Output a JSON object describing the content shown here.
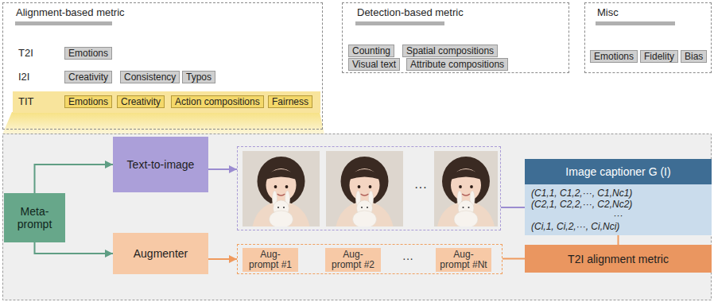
{
  "diagram": {
    "nodes": [
      {
        "text": [
          "Alignment-based metric",
          "T2I",
          "I2I"
        ]
      },
      {
        "text": [
          "Emotions"
        ],
        "in": 0
      },
      {
        "text": [
          "Creativity"
        ],
        "in": 0
      },
      {
        "text": [
          "Consistency"
        ],
        "in": 0
      },
      {
        "text": [
          "Typos"
        ],
        "in": 0
      },
      {
        "text": [
          "TIT"
        ],
        "in": 0
      },
      {
        "text": [
          "Emotions"
        ],
        "in": 5
      },
      {
        "text": [
          "Creativity"
        ],
        "in": 5
      },
      {
        "text": [
          "Action compositions"
        ],
        "in": 5
      },
      {
        "text": [
          "Fairness"
        ],
        "in": 5
      },
      {
        "text": [
          "Detection-based metric"
        ]
      },
      {
        "text": [
          "Counting"
        ],
        "in": 10
      },
      {
        "text": [
          "Spatial compositions"
        ],
        "in": 10
      },
      {
        "text": [
          "Visual text"
        ],
        "in": 10
      },
      {
        "text": [
          "Attribute compositions"
        ],
        "in": 10
      },
      {
        "text": [
          "Misc"
        ]
      },
      {
        "text": [
          "Emotions"
        ],
        "in": 15
      },
      {
        "text": [
          "Fidelity"
        ],
        "in": 15
      },
      {
        "text": [
          "Bias"
        ],
        "in": 15
      },
      {
        "text": [
          "Meta-prompt"
        ]
      },
      {
        "text": [
          "Text-to-image"
        ]
      },
      {
        "text": [
          "···"
        ]
      },
      {
        "text": [
          "Augmenter"
        ]
      },
      {
        "text": [
          "···"
        ]
      },
      {
        "text": [
          "Aug-prompt #1"
        ],
        "in": 23
      },
      {
        "text": [
          "Aug-prompt #2"
        ],
        "in": 23
      },
      {
        "text": [
          "Aug-prompt #Nt"
        ],
        "in": 23
      },
      {
        "text": [
          "Image captioner G (I)"
        ]
      },
      {
        "text": [
          "(C1,1, C1,2,···, C1,Nc1)",
          "(C2,1, C2,2,···, C2,Nc2)",
          "···",
          "(Ci,1, Ci,2,···, Ci,Nci)"
        ]
      },
      {
        "text": [
          "T2I alignment metric"
        ]
      }
    ],
    "edges": [
      {
        "from": 19,
        "to": 20,
        "arrow": "to"
      },
      {
        "from": 19,
        "to": 22,
        "arrow": "to"
      },
      {
        "from": 20,
        "to": 21,
        "arrow": "to"
      },
      {
        "from": 21,
        "to": 28,
        "arrow": "none"
      },
      {
        "from": 22,
        "to": 23,
        "arrow": "to"
      },
      {
        "from": 23,
        "to": 29,
        "arrow": "none"
      },
      {
        "from": 28,
        "to": 29,
        "arrow": "none"
      }
    ]
  }
}
